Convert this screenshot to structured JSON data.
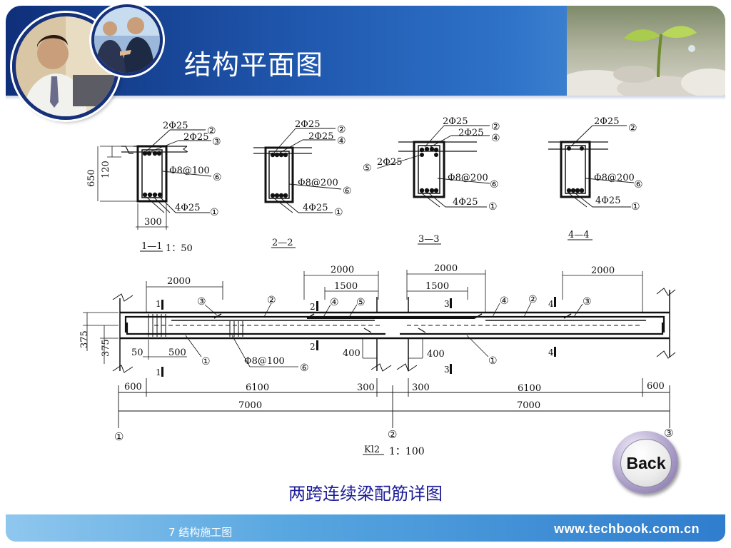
{
  "header": {
    "title": "结构平面图"
  },
  "drawing": {
    "sections": [
      {
        "top_bar_label": "2Φ25",
        "top_bar_mark": "②",
        "second_label": "2Φ25",
        "second_mark": "③",
        "stirrup_label": "Φ8@100",
        "stirrup_mark": "⑥",
        "bottom_label": "4Φ25",
        "bottom_mark": "①",
        "title": "1—1",
        "scale": "1：50"
      },
      {
        "top_bar_label": "2Φ25",
        "top_bar_mark": "②",
        "second_label": "2Φ25",
        "second_mark": "④",
        "stirrup_label": "Φ8@200",
        "stirrup_mark": "⑥",
        "bottom_label": "4Φ25",
        "bottom_mark": "①",
        "title": "2—2"
      },
      {
        "top_bar_label": "2Φ25",
        "top_bar_mark": "②",
        "second_label": "2Φ25",
        "second_mark": "④",
        "side_label": "2Φ25",
        "side_mark": "⑤",
        "stirrup_label": "Φ8@200",
        "stirrup_mark": "⑥",
        "bottom_label": "4Φ25",
        "bottom_mark": "①",
        "title": "3—3"
      },
      {
        "top_bar_label": "2Φ25",
        "top_bar_mark": "②",
        "stirrup_label": "Φ8@200",
        "stirrup_mark": "⑥",
        "bottom_label": "4Φ25",
        "bottom_mark": "①",
        "title": "4—4"
      }
    ],
    "section_dims": {
      "height": "650",
      "slab": "120",
      "width": "300"
    },
    "elevation": {
      "top_dims": [
        "2000",
        "2000",
        "1500",
        "2000",
        "1500",
        "2000"
      ],
      "left_dims": [
        "375",
        "375"
      ],
      "small_dims": [
        "50",
        "500",
        "400",
        "400"
      ],
      "stirrup_label": "Φ8@100",
      "stirrup_mark": "⑥",
      "bar_marks": [
        "③",
        "②",
        "④",
        "⑤",
        "④",
        "②",
        "③",
        "①",
        "①"
      ],
      "cut_marks": [
        "1",
        "1",
        "2",
        "2",
        "3",
        "3",
        "4",
        "4"
      ],
      "span_dims_1": [
        "600",
        "6100",
        "300",
        "300",
        "6100",
        "600"
      ],
      "span_dims_2": [
        "7000",
        "7000"
      ],
      "axis_marks": [
        "①",
        "②",
        "③"
      ],
      "beam_name": "Kl2",
      "scale": "1：100"
    }
  },
  "caption": "两跨连续梁配筋详图",
  "back_button": {
    "label": "Back"
  },
  "footer": {
    "label": "7 结构施工图",
    "url": "www.techbook.com.cn"
  },
  "colors": {
    "header_blue": "#1f57ad",
    "footer_blue": "#57a6e0",
    "caption": "#1c1c9a",
    "back_button": "#7a6aa2"
  },
  "icons": {
    "header_left": "business-people-photo",
    "header_right": "sprout-photo"
  }
}
